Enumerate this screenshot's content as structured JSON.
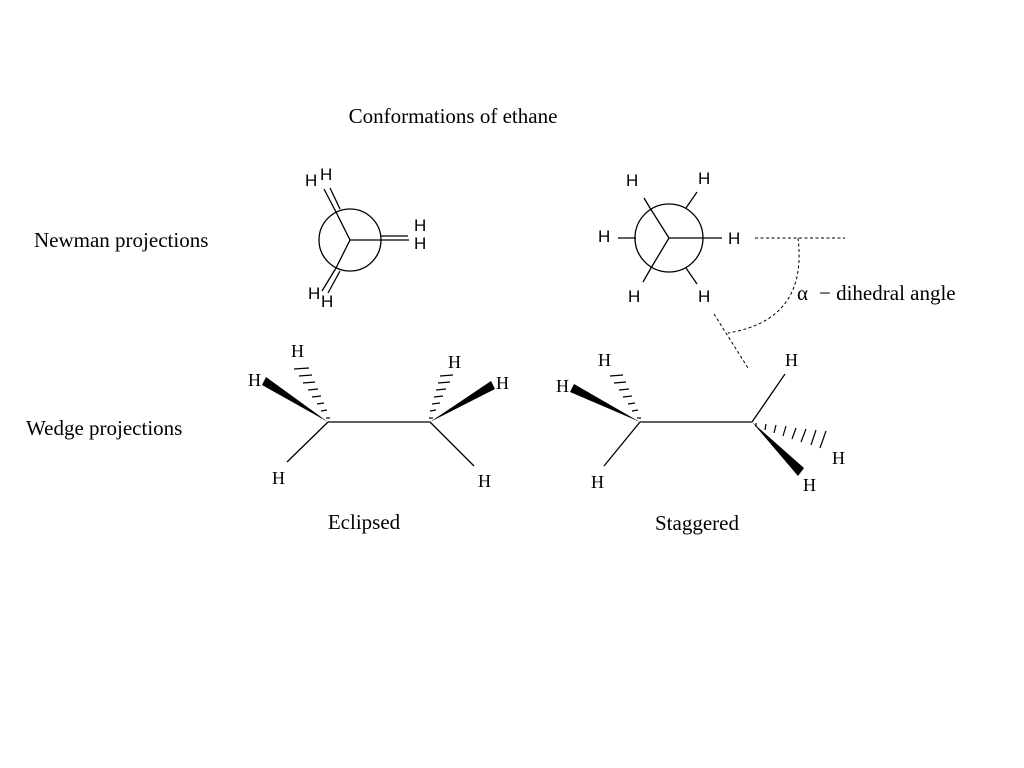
{
  "title": "Conformations of ethane",
  "row_labels": {
    "newman": "Newman projections",
    "wedge": "Wedge projections"
  },
  "conformations": {
    "eclipsed": "Eclipsed",
    "staggered": "Staggered"
  },
  "atom_label": "H",
  "dihedral": {
    "symbol": "α",
    "text": "− dihedral angle"
  }
}
